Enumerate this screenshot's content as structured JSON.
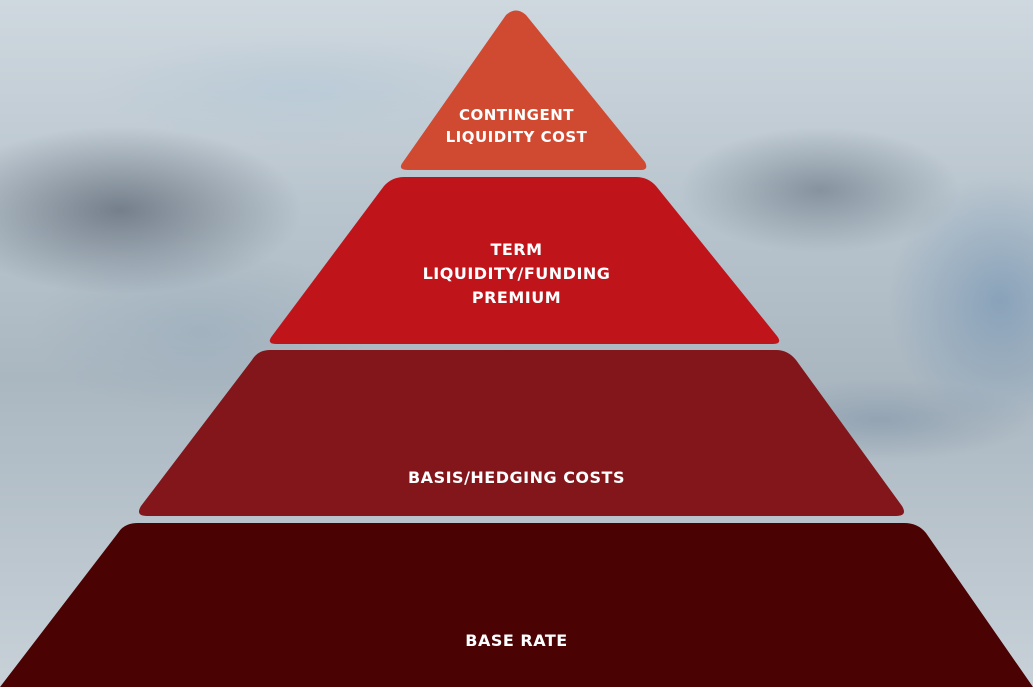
{
  "pyramid": {
    "tiers": [
      {
        "label": "CONTINGENT\nLIQUIDITY COST",
        "color": "#d04a32"
      },
      {
        "label": "TERM\nLIQUIDITY/FUNDING\nPREMIUM",
        "color": "#c0141b"
      },
      {
        "label": "BASIS/HEDGING COSTS",
        "color": "#82161a"
      },
      {
        "label": "BASE RATE",
        "color": "#4a0203"
      }
    ]
  }
}
